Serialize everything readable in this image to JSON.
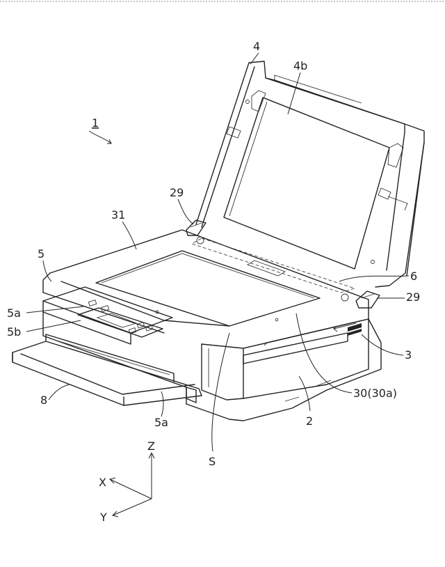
{
  "figure": {
    "labels": {
      "device": "1",
      "cover": "4",
      "cover_pad": "4b",
      "hinge_left": "29",
      "hinge_right": "29",
      "scanner_top": "31",
      "panel": "5",
      "panel_button": "5a",
      "panel_display": "5b",
      "panel_edge": "5a",
      "glass": "6",
      "side_slot": "3",
      "tray": "8",
      "housing": "2",
      "surface": "30(30a)",
      "surface_point": "S"
    },
    "axes": {
      "z": "Z",
      "x": "X",
      "y": "Y"
    }
  }
}
